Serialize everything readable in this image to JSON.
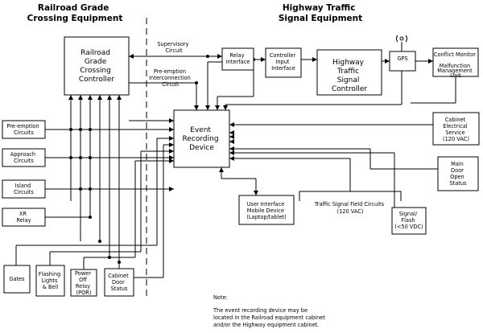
{
  "headers": {
    "railroad": [
      "Railroad Grade",
      "Crossing Equipment"
    ],
    "highway": [
      "Highway Traffic",
      "Signal Equipment"
    ]
  },
  "boxes": {
    "railroad_controller": [
      "Railroad",
      "Grade",
      "Crossing",
      "Controller"
    ],
    "relay_interface": [
      "Relay",
      "Interface"
    ],
    "controller_input_interface": [
      "Controller",
      "Input",
      "Interface"
    ],
    "highway_controller": [
      "Highway",
      "Traffic",
      "Signal",
      "Controller"
    ],
    "gps": [
      "GPS"
    ],
    "conflict_monitor": [
      "Conflict Monitor",
      "",
      "Malfunction",
      "Management",
      "Unit"
    ],
    "event_recorder": [
      "Event",
      "Recording",
      "Device"
    ],
    "preemption_circuits": [
      "Pre-emption",
      "Circuits"
    ],
    "approach_circuits": [
      "Approach",
      "Circuits"
    ],
    "island_circuits": [
      "Island",
      "Circuits"
    ],
    "xr_relay": [
      "XR",
      "Relay"
    ],
    "gates": [
      "Gates"
    ],
    "flashing_lights": [
      "Flashing",
      "Lights",
      "& Bell"
    ],
    "power_off_relay": [
      "Power",
      "Off",
      "Relay",
      "(POR)"
    ],
    "cabinet_door_status": [
      "Cabinet",
      "Door",
      "Status"
    ],
    "cabinet_electrical_service": [
      "Cabinet",
      "Electrical",
      "Service",
      "(120 VAC)"
    ],
    "main_door_status": [
      "Main",
      "Door",
      "Open",
      "Status"
    ],
    "user_interface": [
      "User Interface",
      "Mobile Device",
      "(Laptop/tablet)"
    ],
    "traffic_signal_field_circuits": [
      "Traffic Signal Field Circuits",
      "(120 VAC)"
    ],
    "signal_flash": [
      "Signal/",
      "Flash",
      "(<50 VDC)"
    ]
  },
  "labels": {
    "supervisory": [
      "Supervisory",
      "Circuit"
    ],
    "preemption_interconnection": [
      "Pre-emption",
      "Interconnection",
      "Circuit"
    ]
  },
  "note": {
    "title": "Note:",
    "lines": [
      "The event recording device may be",
      "located in the Railroad equipment cabinet",
      "and/or the Highway equipment cabinet."
    ]
  }
}
